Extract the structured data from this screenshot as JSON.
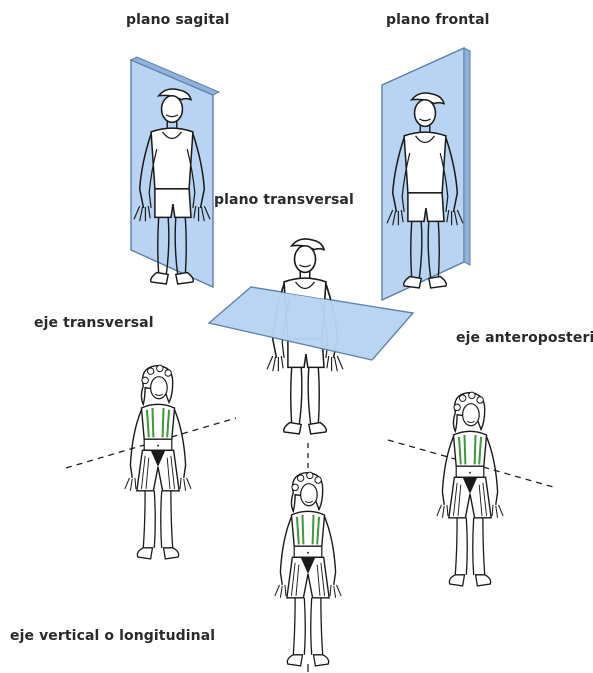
{
  "labels": {
    "sagittal_plane": "plano sagital",
    "frontal_plane": "plano frontal",
    "transverse_plane": "plano transversal",
    "transverse_axis": "eje transversal",
    "anteroposterior_axis": "eje anteroposterior",
    "vertical_axis": "eje vertical o longitudinal"
  },
  "colors": {
    "plane_fill": "#b8d4f2",
    "plane_edge": "#5c7fa8",
    "plane_shadow": "#8fb1dc",
    "outline": "#1a1a1a",
    "skin": "#ffffff",
    "shirt_stripe": "#3f9a3a",
    "axis_line": "#222222"
  }
}
